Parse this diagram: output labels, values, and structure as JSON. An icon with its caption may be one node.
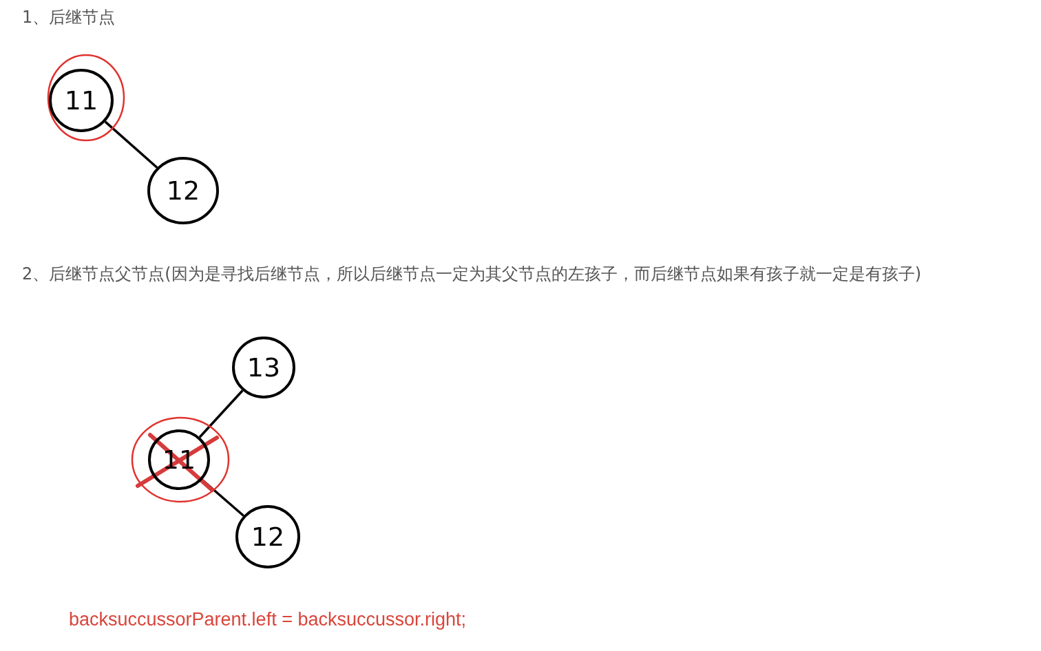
{
  "diagram": {
    "nodes": [
      {
        "text": [
          "11"
        ]
      },
      {
        "text": [
          "12"
        ]
      },
      {
        "text": [
          "13"
        ]
      },
      {
        "text": [
          "11"
        ]
      },
      {
        "text": [
          "12"
        ]
      }
    ],
    "edges": [
      {
        "from": 0,
        "to": 1,
        "arrow": "none"
      },
      {
        "from": 2,
        "to": 3,
        "arrow": "none"
      },
      {
        "from": 3,
        "to": 4,
        "arrow": "none"
      }
    ],
    "labels": [
      "1、后继节点",
      "2、后继节点父节点(因为是寻找后继节点，所以后继节点一定为其父节点的左孩子，而后继节点如果有孩子就一定是有孩子)",
      "backsuccussorParent.left = backsuccussor.right;"
    ]
  }
}
